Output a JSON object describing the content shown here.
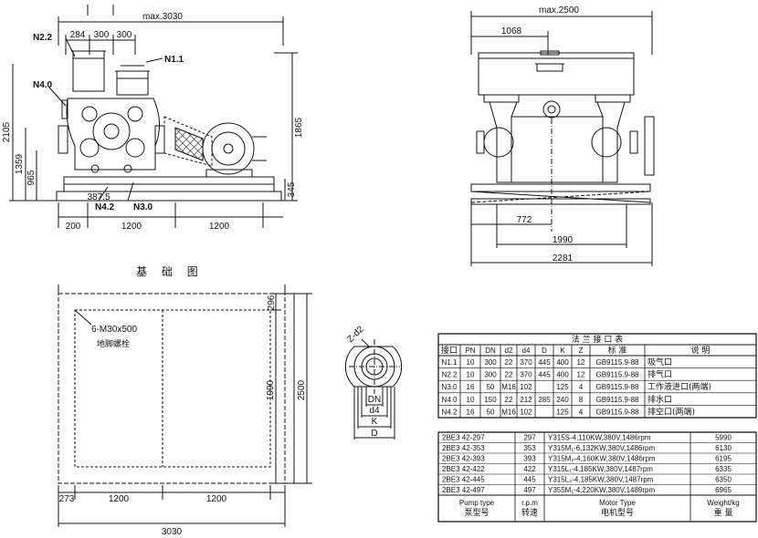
{
  "front_view": {
    "max_width": "max.3030",
    "top_dims": [
      "284",
      "300",
      "300"
    ],
    "labels": {
      "n22": "N2.2",
      "n11": "N1.1",
      "n40": "N4.0",
      "n42": "N4.2",
      "n30": "N3.0"
    },
    "left_dims": [
      "2105",
      "1359",
      "965"
    ],
    "right_dims": [
      "1865",
      "345"
    ],
    "inner_dim": "387.5",
    "bottom_dims": [
      "200",
      "1200",
      "1200"
    ]
  },
  "side_view": {
    "max_width": "max.2500",
    "top_dim": "1068",
    "bottom_dims": [
      "772",
      "1990",
      "2281"
    ]
  },
  "foundation": {
    "title": "基 础 图",
    "bolt_spec": "6-M30x500",
    "bolt_name": "地脚螺栓",
    "right_dims": [
      "296",
      "1990",
      "2500"
    ],
    "bottom_dims": [
      "273",
      "1200",
      "1200"
    ],
    "total_width": "3030"
  },
  "flange_detail": {
    "labels": {
      "z_d2": "Z-d2",
      "dn": "DN",
      "d4": "d4",
      "k": "K",
      "d": "D"
    }
  },
  "flange_table": {
    "title": "法 兰 接 口 表",
    "headers": [
      "接口",
      "PN",
      "DN",
      "d2",
      "d4",
      "D",
      "K",
      "Z",
      "标  准",
      "说  明"
    ],
    "rows": [
      [
        "N1.1",
        "10",
        "300",
        "22",
        "370",
        "445",
        "400",
        "12",
        "GB9115.9-88",
        "吸气口"
      ],
      [
        "N2.2",
        "10",
        "300",
        "22",
        "370",
        "445",
        "400",
        "12",
        "GB9115.9-88",
        "排气口"
      ],
      [
        "N3.0",
        "16",
        "50",
        "M16",
        "102",
        "",
        "125",
        "4",
        "GB9115.9-88",
        "工作液进口(两端)"
      ],
      [
        "N4.0",
        "10",
        "150",
        "22",
        "212",
        "285",
        "240",
        "8",
        "GB9115.9-88",
        "排水口"
      ],
      [
        "N4.2",
        "16",
        "50",
        "M16",
        "102",
        "",
        "125",
        "4",
        "GB9115.9-88",
        "排空口(两端)"
      ]
    ]
  },
  "pump_table": {
    "rows": [
      [
        "2BE3 42-297",
        "297",
        "Y315S-4,110KW,380V,1486rpm",
        "5990"
      ],
      [
        "2BE3 42-353",
        "353",
        "Y315M₁-6,132KW,380V,1486rpm",
        "6130"
      ],
      [
        "2BE3 42-393",
        "393",
        "Y315M₂-4,160KW,380V,1486rpm",
        "6195"
      ],
      [
        "2BE3 42-422",
        "422",
        "Y315L₁-4,185KW,380V,1487rpm",
        "6335"
      ],
      [
        "2BE3 42-445",
        "445",
        "Y315L₂-4,185KW,380V,1487rpm",
        "6350"
      ],
      [
        "2BE3 42-497",
        "497",
        "Y355M₁-4,220KW,380V,1489rpm",
        "6965"
      ]
    ],
    "footer_en": [
      "Pump type",
      "r.p.m",
      "Motor Type",
      "Weight/kg"
    ],
    "footer_cn": [
      "泵型号",
      "转速",
      "电机型号",
      "重  量"
    ]
  }
}
